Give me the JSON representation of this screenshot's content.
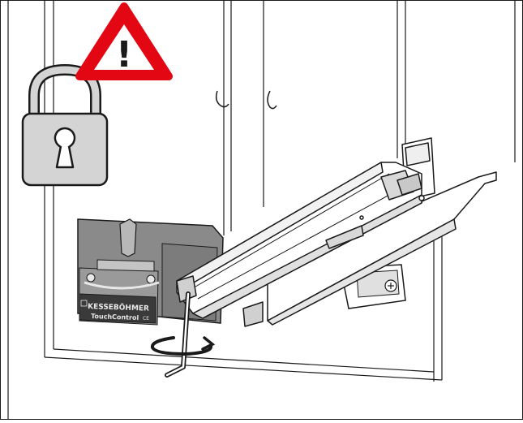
{
  "illustration": {
    "warning_symbol": "!",
    "brand_label": "KESSEBÖHMER",
    "product_label": "TouchControl",
    "ce_mark": "CE",
    "colors": {
      "warning_red": "#e30613",
      "lock_gray": "#d4d4d4",
      "unit_gray": "#8a8a8a",
      "unit_dark": "#3a3a3a",
      "line": "#1a1a1a"
    },
    "icons": [
      "warning-triangle-icon",
      "padlock-icon",
      "rotate-arrow-icon",
      "hex-key-icon",
      "screw-icon"
    ]
  }
}
